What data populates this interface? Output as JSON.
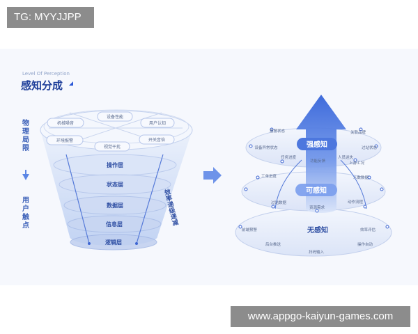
{
  "watermark_top": "TG: MYYJJPP",
  "watermark_bottom": "www.appgo-kaiyun-games.com",
  "subtitle": "Level Of Perception",
  "title": "感知分成",
  "left_side_top": "物理局限",
  "left_side_bottom": "用户触点",
  "funnel": {
    "layers": [
      "操作层",
      "状态层",
      "数据层",
      "信息层",
      "逻辑层"
    ],
    "top_items": [
      "设备性能",
      "机械噪音",
      "用户认知",
      "环境报警",
      "开关音倍",
      "视觉干扰"
    ],
    "side_text": "效率递级递减"
  },
  "right": {
    "levels": [
      "强感知",
      "可感知",
      "无感知"
    ],
    "top_items": [
      "报警状态",
      "关联品牌",
      "设备异常状态",
      "过站状态",
      "任务进度",
      "功能反馈",
      "人员迷失",
      "上游工况"
    ],
    "mid_items": [
      "工单进度",
      "人数数据",
      "过站数据",
      "资源需求",
      "动作流程"
    ],
    "bottom_items": [
      "前端预警",
      "效率评估",
      "后台推送",
      "操作自动",
      "扫码输入"
    ]
  },
  "colors": {
    "primary": "#2a57d6",
    "dark": "#1f3f9a",
    "light": "#dfe7f8"
  }
}
